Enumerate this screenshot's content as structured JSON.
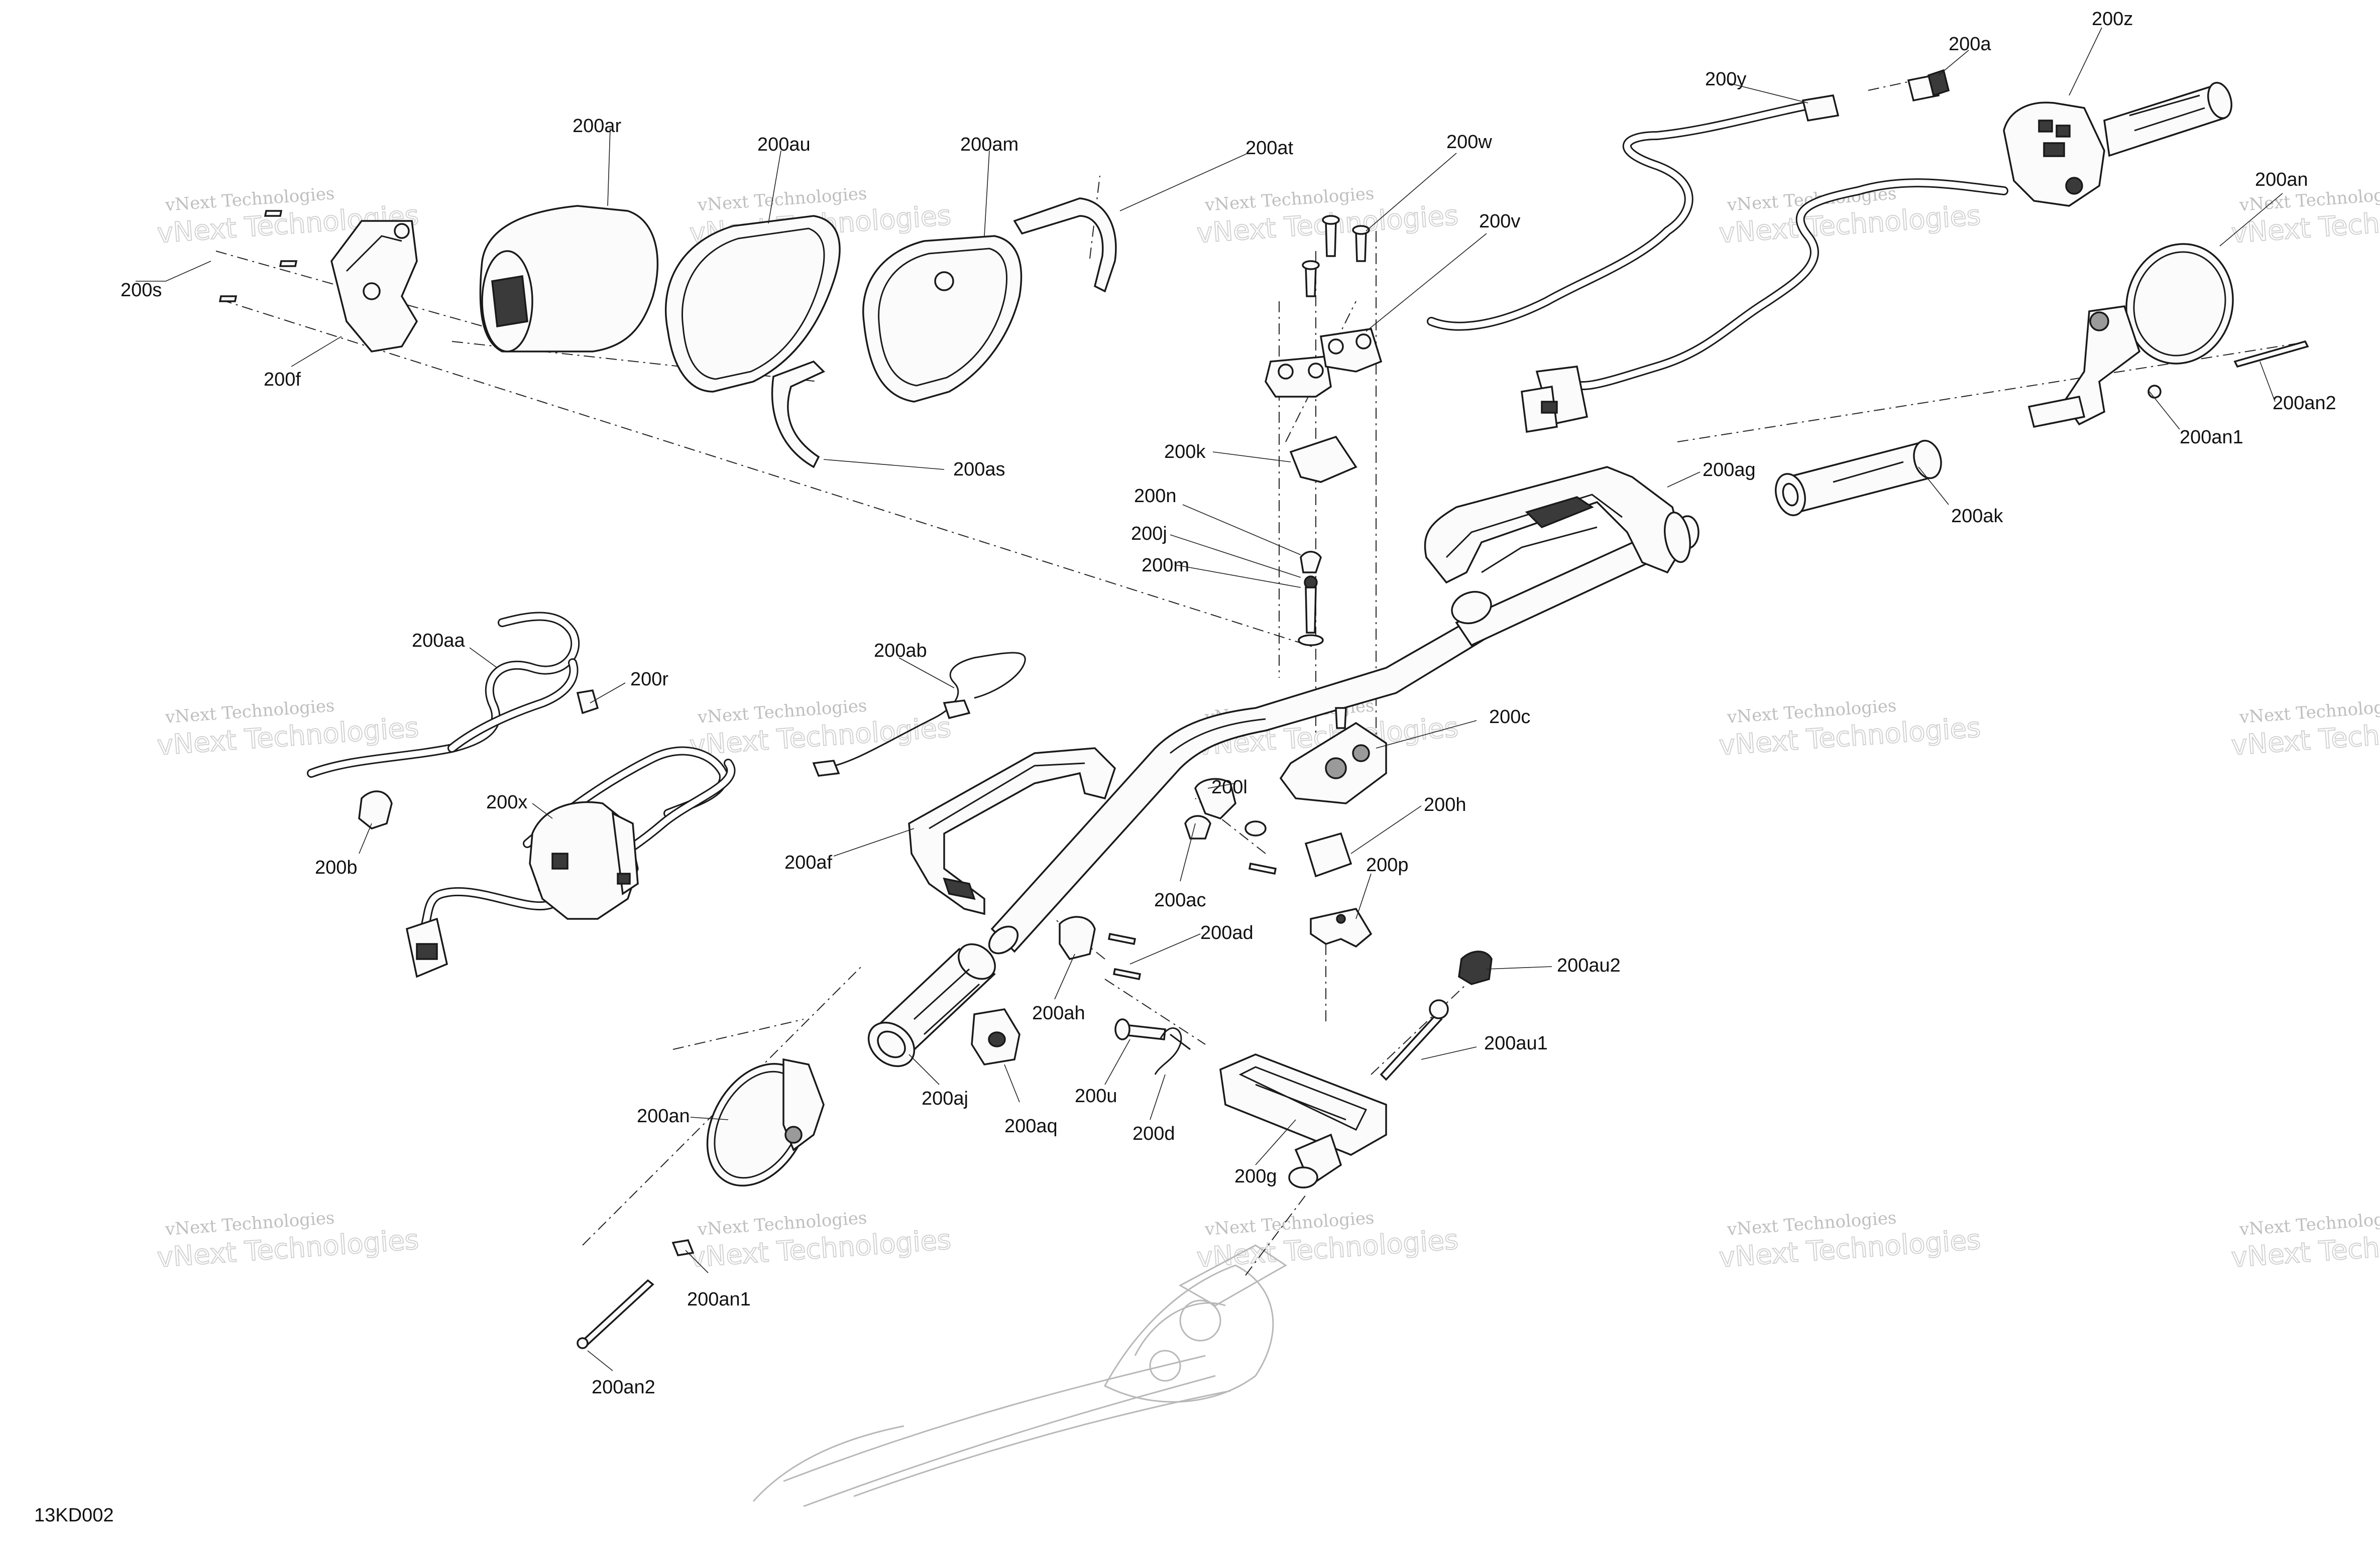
{
  "document_id": "13KD002",
  "watermark": {
    "line1": "vNext Technologies",
    "line2": "vNext Technologies"
  },
  "callouts": [
    {
      "id": "200z",
      "text": "200z"
    },
    {
      "id": "200a",
      "text": "200a"
    },
    {
      "id": "200y",
      "text": "200y"
    },
    {
      "id": "200an_top",
      "text": "200an"
    },
    {
      "id": "200w",
      "text": "200w"
    },
    {
      "id": "200v",
      "text": "200v"
    },
    {
      "id": "200at",
      "text": "200at"
    },
    {
      "id": "200am",
      "text": "200am"
    },
    {
      "id": "200au",
      "text": "200au"
    },
    {
      "id": "200ar",
      "text": "200ar"
    },
    {
      "id": "200s",
      "text": "200s"
    },
    {
      "id": "200f",
      "text": "200f"
    },
    {
      "id": "200as",
      "text": "200as"
    },
    {
      "id": "200k",
      "text": "200k"
    },
    {
      "id": "200n",
      "text": "200n"
    },
    {
      "id": "200j",
      "text": "200j"
    },
    {
      "id": "200m",
      "text": "200m"
    },
    {
      "id": "200ag",
      "text": "200ag"
    },
    {
      "id": "200ak",
      "text": "200ak"
    },
    {
      "id": "200an1_top",
      "text": "200an1"
    },
    {
      "id": "200an2_top",
      "text": "200an2"
    },
    {
      "id": "200aa",
      "text": "200aa"
    },
    {
      "id": "200r",
      "text": "200r"
    },
    {
      "id": "200ab",
      "text": "200ab"
    },
    {
      "id": "200c",
      "text": "200c"
    },
    {
      "id": "200x",
      "text": "200x"
    },
    {
      "id": "200b",
      "text": "200b"
    },
    {
      "id": "200af",
      "text": "200af"
    },
    {
      "id": "200l",
      "text": "200l"
    },
    {
      "id": "200h",
      "text": "200h"
    },
    {
      "id": "200ac",
      "text": "200ac"
    },
    {
      "id": "200p",
      "text": "200p"
    },
    {
      "id": "200ad",
      "text": "200ad"
    },
    {
      "id": "200au2",
      "text": "200au2"
    },
    {
      "id": "200ah",
      "text": "200ah"
    },
    {
      "id": "200au1",
      "text": "200au1"
    },
    {
      "id": "200u",
      "text": "200u"
    },
    {
      "id": "200an_bottom",
      "text": "200an"
    },
    {
      "id": "200aj",
      "text": "200aj"
    },
    {
      "id": "200aq",
      "text": "200aq"
    },
    {
      "id": "200d",
      "text": "200d"
    },
    {
      "id": "200g",
      "text": "200g"
    },
    {
      "id": "200an1_bottom",
      "text": "200an1"
    },
    {
      "id": "200an2_bottom",
      "text": "200an2"
    }
  ]
}
